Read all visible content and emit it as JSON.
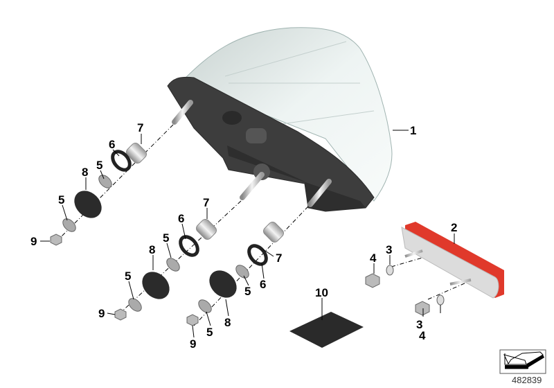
{
  "diagram": {
    "part_labels": {
      "p1": "1",
      "p2": "2",
      "p3": "3",
      "p4": "4",
      "p5": "5",
      "p6": "6",
      "p7": "7",
      "p8": "8",
      "p9": "9",
      "p10": "10"
    },
    "catalog_number": "482839",
    "colors": {
      "housing": "#3a3a3a",
      "lens": "#e8f0ee",
      "reflector_edge": "#e0392b",
      "reflector_body": "#dcdcdc",
      "pad": "#2a2a2a"
    }
  }
}
